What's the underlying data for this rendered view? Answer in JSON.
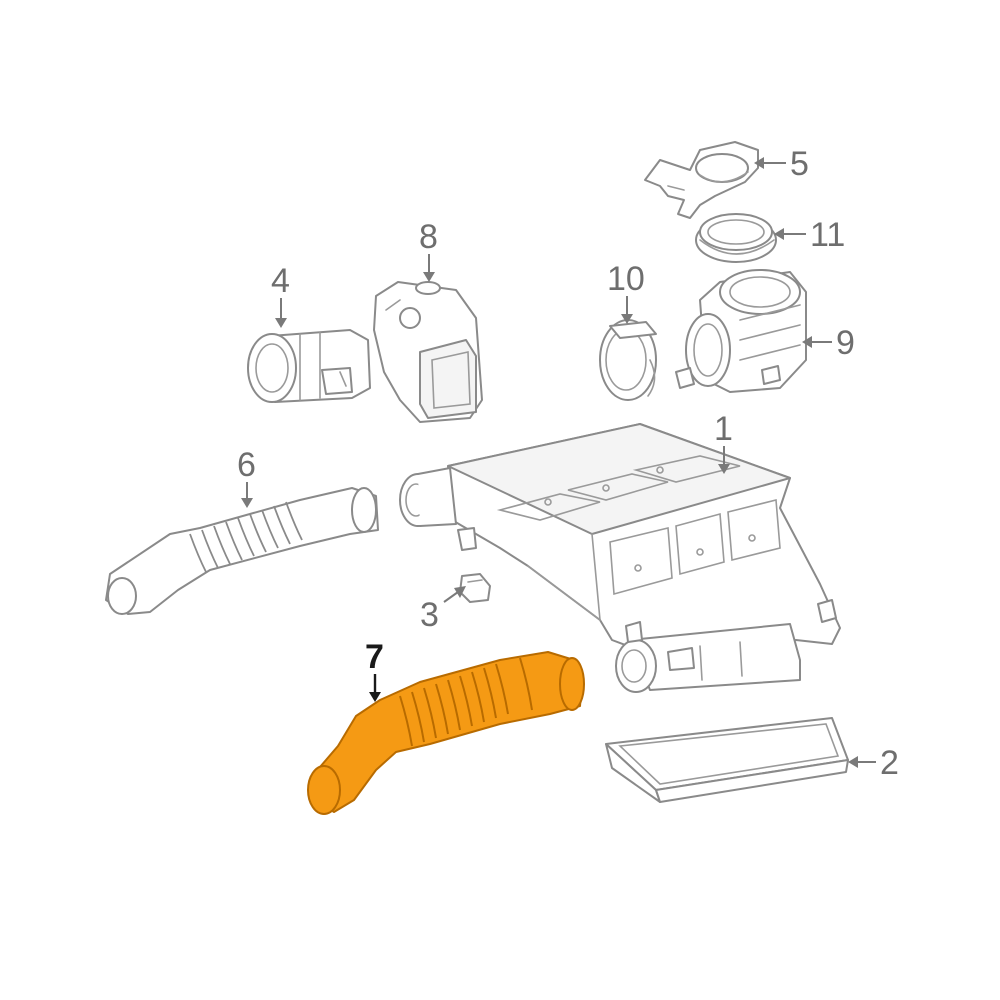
{
  "colors": {
    "background": "#ffffff",
    "line": "#8a8a8a",
    "label": "#6e6e6e",
    "highlight_fill": "#f59a14",
    "highlight_stroke": "#b86b00",
    "highlight_label": "#1a1a1a"
  },
  "highlighted_part": "7",
  "callouts": {
    "c1": "1",
    "c2": "2",
    "c3": "3",
    "c4": "4",
    "c5": "5",
    "c6": "6",
    "c7": "7",
    "c8": "8",
    "c9": "9",
    "c10": "10",
    "c11": "11"
  }
}
